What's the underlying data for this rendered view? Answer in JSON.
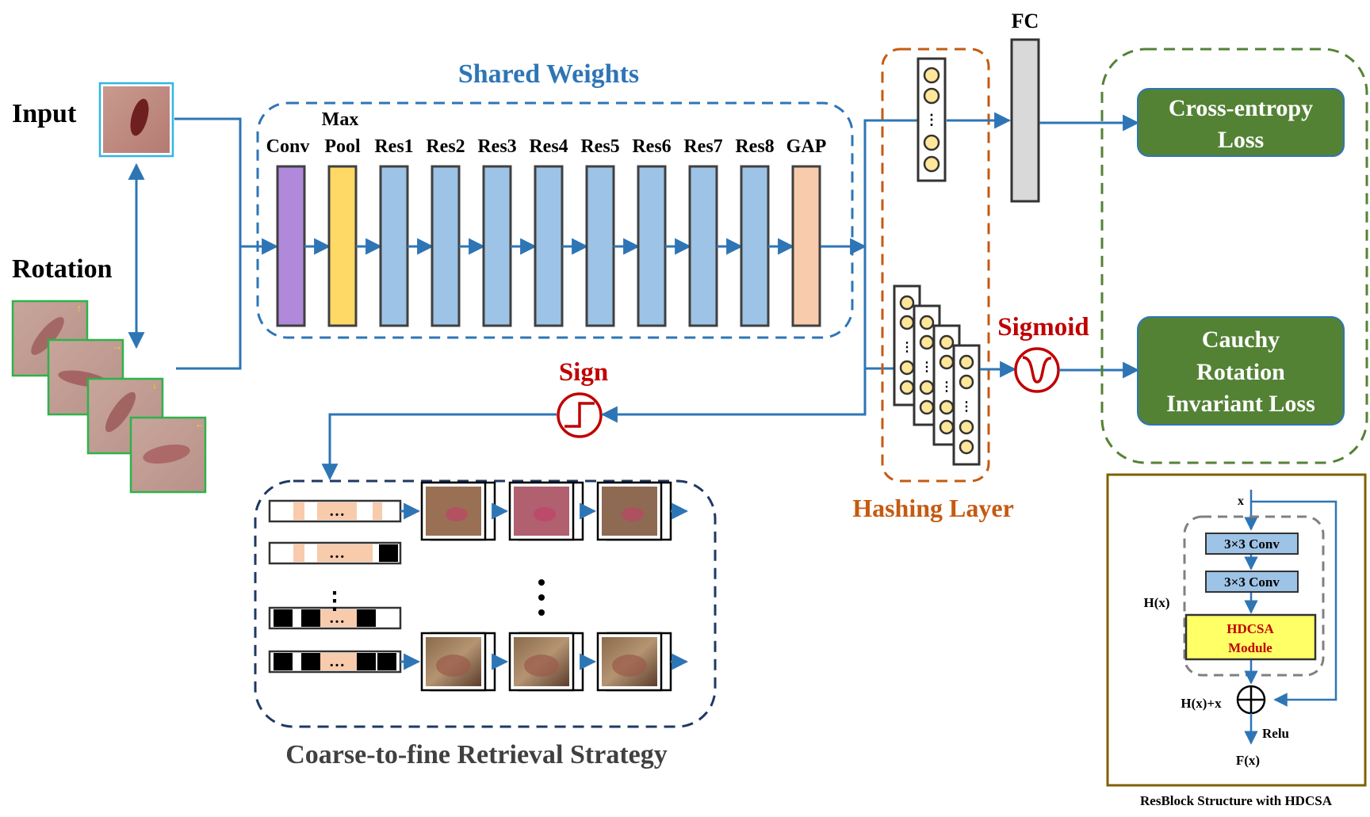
{
  "labels": {
    "input": "Input",
    "rotation": "Rotation",
    "shared_weights": "Shared Weights",
    "max": "Max",
    "fc": "FC",
    "sign": "Sign",
    "sigmoid": "Sigmoid",
    "hashing_layer": "Hashing Layer",
    "coarse_to_fine": "Coarse-to-fine Retrieval Strategy",
    "ellipsis": "…"
  },
  "backbone_layers": [
    {
      "label": "Conv",
      "color": "#b089db"
    },
    {
      "label": "Pool",
      "color": "#ffd966"
    },
    {
      "label": "Res1",
      "color": "#9dc3e6"
    },
    {
      "label": "Res2",
      "color": "#9dc3e6"
    },
    {
      "label": "Res3",
      "color": "#9dc3e6"
    },
    {
      "label": "Res4",
      "color": "#9dc3e6"
    },
    {
      "label": "Res5",
      "color": "#9dc3e6"
    },
    {
      "label": "Res6",
      "color": "#9dc3e6"
    },
    {
      "label": "Res7",
      "color": "#9dc3e6"
    },
    {
      "label": "Res8",
      "color": "#9dc3e6"
    },
    {
      "label": "GAP",
      "color": "#f8cbad"
    }
  ],
  "losses": {
    "cross_entropy": [
      "Cross-entropy",
      "Loss"
    ],
    "cauchy": [
      "Cauchy",
      "Rotation",
      "Invariant Loss"
    ]
  },
  "resblock": {
    "x": "x",
    "conv1": "3×3 Conv",
    "conv2": "3×3 Conv",
    "hdcsa": [
      "HDCSA",
      "Module"
    ],
    "hx": "H(x)",
    "hx_plus_x": "H(x)+x",
    "relu": "Relu",
    "fx": "F(x)",
    "caption": "ResBlock Structure with HDCSA"
  },
  "colors": {
    "arrow": "#2e75b6",
    "shared_weights_text": "#2e75b6",
    "hashing_orange": "#c55a11",
    "loss_green": "#548235",
    "loss_border_green": "#548235",
    "retrieval_navy": "#1f3864",
    "sign_red": "#c00000",
    "resblock_border": "#7f6000",
    "hdcsa_fill": "#ffff66",
    "code_peach": "#f8cbad"
  }
}
